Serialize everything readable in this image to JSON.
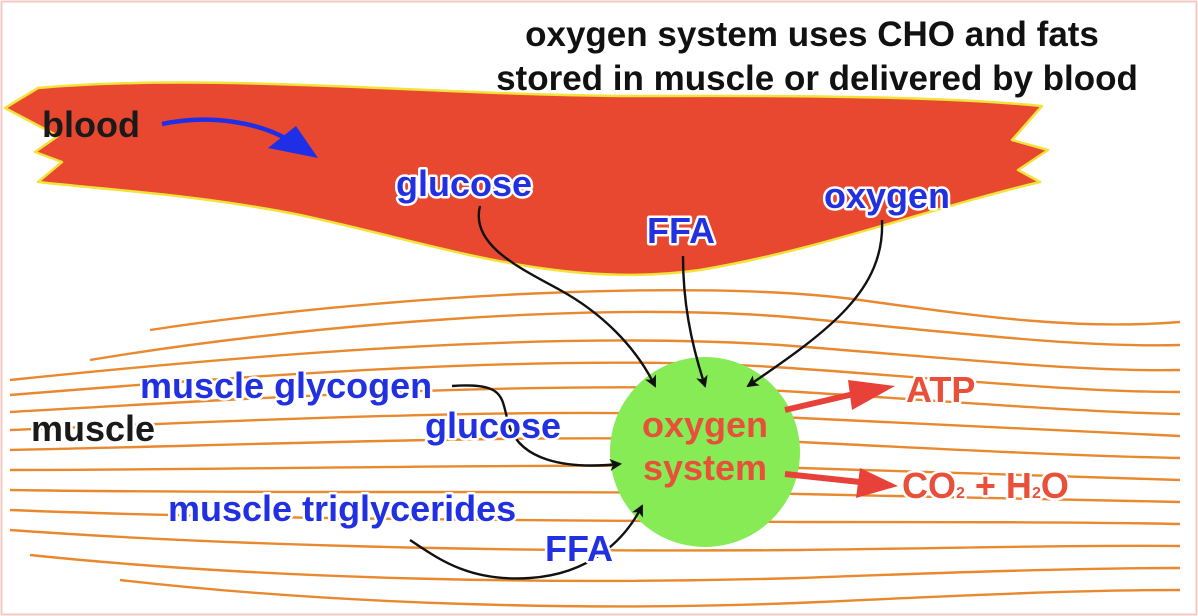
{
  "title": {
    "line1": "oxygen system uses CHO and fats",
    "line2": "stored in muscle or delivered by blood"
  },
  "blood": {
    "label": "blood",
    "items": {
      "glucose": "glucose",
      "ffa": "FFA",
      "oxygen": "oxygen"
    }
  },
  "muscle": {
    "label": "muscle",
    "glycogen": "muscle glycogen",
    "glucose": "glucose",
    "triglycerides": "muscle triglycerides",
    "ffa": "FFA"
  },
  "system": {
    "line1": "oxygen",
    "line2": "system"
  },
  "products": {
    "atp": "ATP",
    "co2_main": "CO",
    "co2_sub": "2",
    "plus": " + H",
    "h2o_sub": "2",
    "h2o_end": "O"
  },
  "colors": {
    "blood_vessel": "#e8482f",
    "vessel_outline": "#f2e23a",
    "muscle_fibers": "#e8892f",
    "oxygen_system": "#86eb55",
    "input_text": "#2130e0",
    "output_text": "#e8503a",
    "output_arrows": "#e8413a",
    "blood_arrow": "#1f2fe8"
  }
}
